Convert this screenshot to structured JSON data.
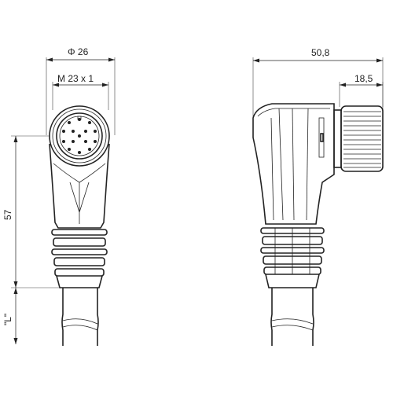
{
  "dimensions": {
    "diameter": "Φ 26",
    "thread": "M 23 x 1",
    "height": "57",
    "cable_length": "\"L\"",
    "total_width": "50,8",
    "nut_width": "18,5"
  }
}
